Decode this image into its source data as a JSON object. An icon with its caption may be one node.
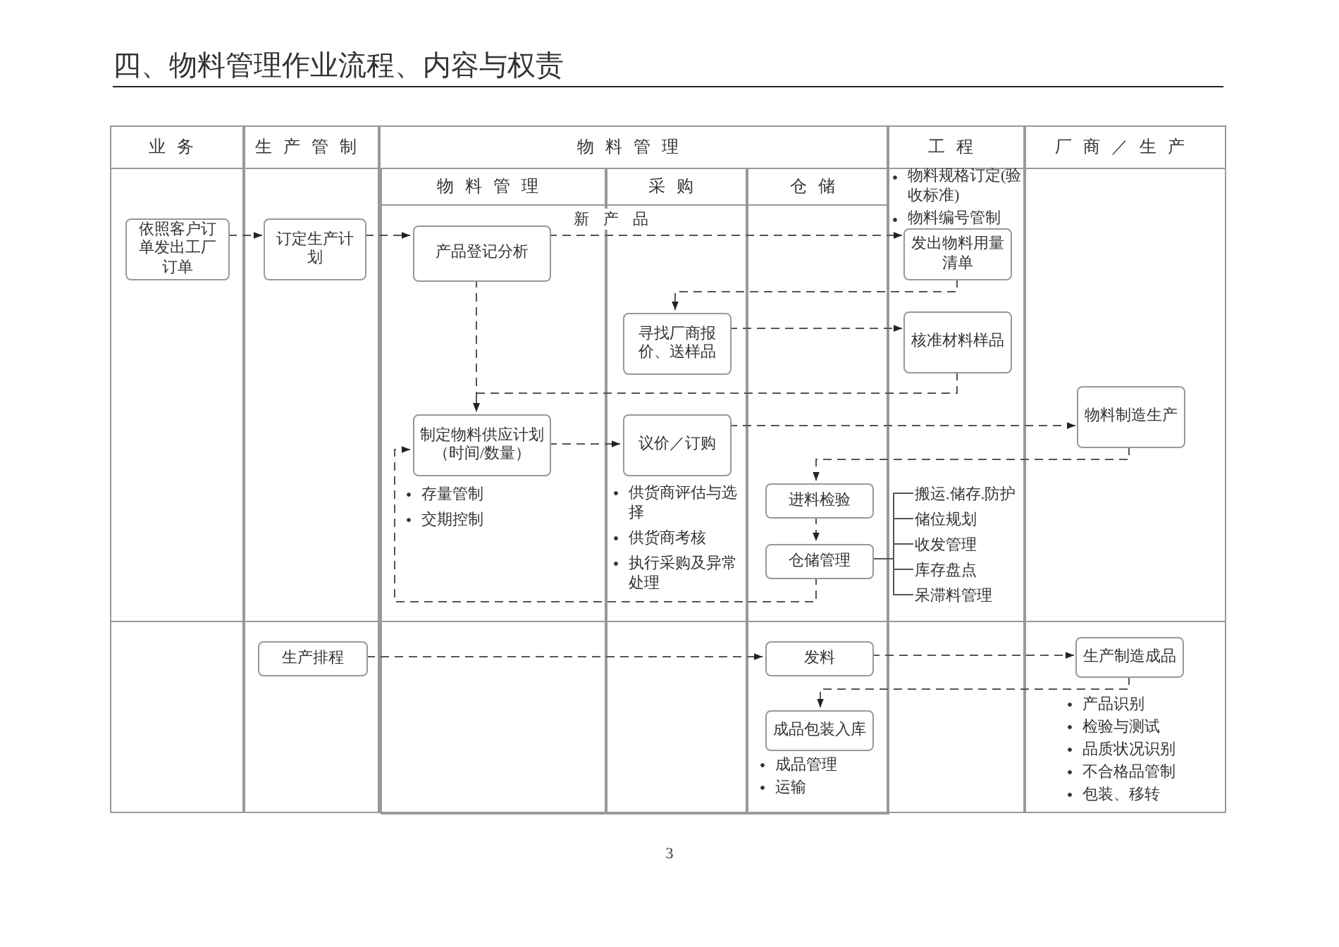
{
  "diagram": {
    "title": "四、物料管理作业流程、内容与权责",
    "nodes": [
      {
        "text": [
          "业务"
        ]
      },
      {
        "text": [
          "生产管制"
        ]
      },
      {
        "text": [
          "物料管理"
        ]
      },
      {
        "text": [
          "物料管理"
        ],
        "in": 2
      },
      {
        "text": [
          "采购"
        ],
        "in": 2
      },
      {
        "text": [
          "仓储"
        ],
        "in": 2
      },
      {
        "text": [
          "工程"
        ]
      },
      {
        "text": [
          "厂商／生产"
        ]
      },
      {
        "text": [
          "依照客户订单发出工厂订单"
        ],
        "in": 0
      },
      {
        "text": [
          "订定生产计划"
        ],
        "in": 1
      },
      {
        "text": [
          "产品登记分析"
        ],
        "in": 3
      },
      {
        "text": [
          "发出物料用量清单"
        ],
        "in": 6
      },
      {
        "text": [
          "寻找厂商报价、送样品"
        ],
        "in": 4
      },
      {
        "text": [
          "核准材料样品"
        ],
        "in": 6
      },
      {
        "text": [
          "物料制造生产"
        ],
        "in": 7
      },
      {
        "text": [
          "制定物料供应计划（时间/数量）"
        ],
        "in": 3,
        "beside": [
          "存量管制",
          "交期控制"
        ]
      },
      {
        "text": [
          "议价／订购"
        ],
        "in": 4,
        "beside": [
          "供货商评估与选择",
          "供货商考核",
          "执行采购及异常处理"
        ]
      },
      {
        "text": [
          "进料检验"
        ],
        "in": 5
      },
      {
        "text": [
          "仓储管理"
        ],
        "in": 5
      },
      {
        "text": [
          "搬运.储存.防护"
        ],
        "in": 6
      },
      {
        "text": [
          "储位规划"
        ],
        "in": 6
      },
      {
        "text": [
          "收发管理"
        ],
        "in": 6
      },
      {
        "text": [
          "库存盘点"
        ],
        "in": 6
      },
      {
        "text": [
          "呆滞料管理"
        ],
        "in": 6
      },
      {
        "text": [
          "生产排程"
        ],
        "in": 1
      },
      {
        "text": [
          "发料"
        ],
        "in": 5
      },
      {
        "text": [
          "生产制造成品"
        ],
        "in": 7,
        "beside": [
          "产品识别",
          "检验与测试",
          "品质状况识别",
          "不合格品管制",
          "包装、移转"
        ]
      },
      {
        "text": [
          "成品包装入库"
        ],
        "in": 5,
        "beside": [
          "成品管理",
          "运输"
        ]
      }
    ],
    "edges": [
      {
        "from": 8,
        "to": 9,
        "arrow": "to",
        "style": "dashed"
      },
      {
        "from": 9,
        "to": 10,
        "arrow": "to",
        "style": "dashed"
      },
      {
        "from": 10,
        "to": 11,
        "arrow": "to",
        "style": "dashed",
        "label": "新产品"
      },
      {
        "from": 11,
        "to": 12,
        "arrow": "to",
        "style": "dashed"
      },
      {
        "from": 12,
        "to": 13,
        "arrow": "to",
        "style": "dashed"
      },
      {
        "from": 13,
        "to": 15,
        "arrow": "to",
        "style": "dashed"
      },
      {
        "from": 10,
        "to": 15,
        "arrow": "to",
        "style": "dashed"
      },
      {
        "from": 15,
        "to": 16,
        "arrow": "to",
        "style": "dashed"
      },
      {
        "from": 16,
        "to": 14,
        "arrow": "to",
        "style": "dashed"
      },
      {
        "from": 14,
        "to": 17,
        "arrow": "to",
        "style": "dashed"
      },
      {
        "from": 17,
        "to": 18,
        "arrow": "to",
        "style": "dashed"
      },
      {
        "from": 18,
        "to": 15,
        "arrow": "to",
        "style": "dashed"
      },
      {
        "from": 24,
        "to": 25,
        "arrow": "to",
        "style": "dashed"
      },
      {
        "from": 25,
        "to": 26,
        "arrow": "to",
        "style": "dashed"
      },
      {
        "from": 26,
        "to": 27,
        "arrow": "to",
        "style": "dashed"
      },
      {
        "from": 18,
        "to": 19,
        "arrow": "none"
      },
      {
        "from": 18,
        "to": 20,
        "arrow": "none"
      },
      {
        "from": 18,
        "to": 21,
        "arrow": "none"
      },
      {
        "from": 18,
        "to": 22,
        "arrow": "none"
      },
      {
        "from": 18,
        "to": 23,
        "arrow": "none"
      }
    ],
    "labels": [
      "物料规格订定(验收标准)",
      "物料编号管制",
      "3"
    ]
  }
}
